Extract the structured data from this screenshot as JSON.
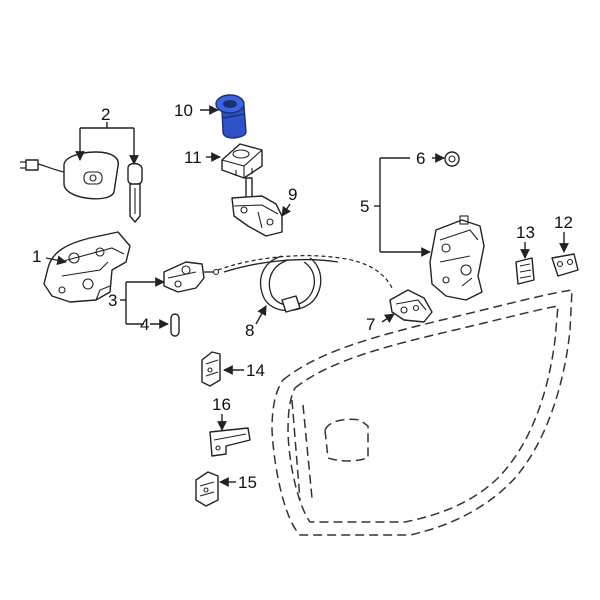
{
  "callouts": {
    "c1": "1",
    "c2": "2",
    "c3": "3",
    "c4": "4",
    "c5": "5",
    "c6": "6",
    "c7": "7",
    "c8": "8",
    "c9": "9",
    "c10": "10",
    "c11": "11",
    "c12": "12",
    "c13": "13",
    "c14": "14",
    "c15": "15",
    "c16": "16"
  },
  "colors": {
    "highlight": "#2f52c8",
    "highlight_dark": "#1b2f7a",
    "line": "#222222",
    "background": "#ffffff"
  },
  "highlighted_part": "10"
}
